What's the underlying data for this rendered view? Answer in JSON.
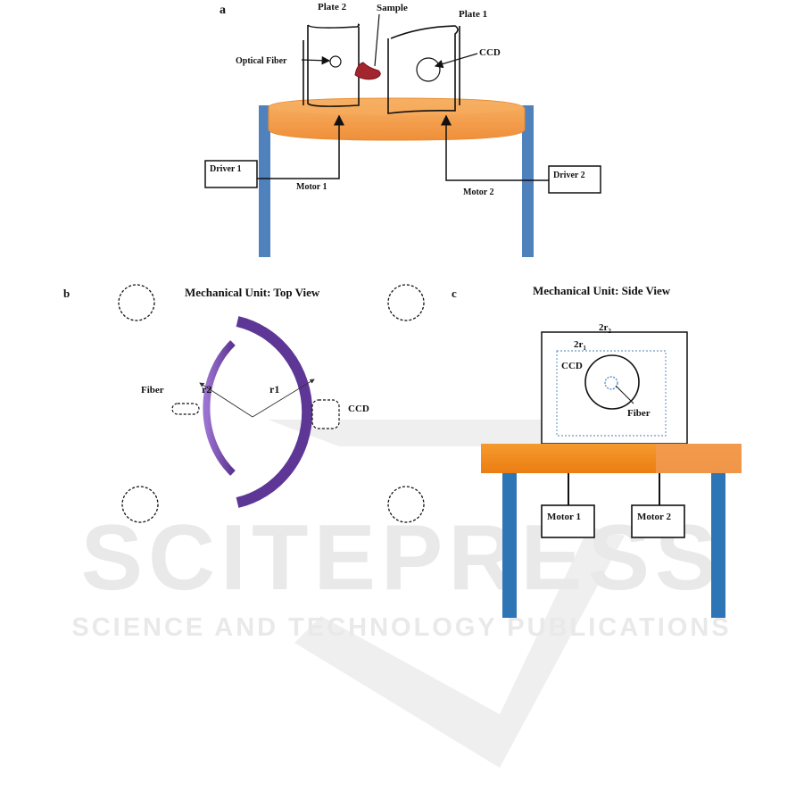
{
  "panel_a": {
    "letter": "a",
    "plate2": "Plate 2",
    "sample": "Sample",
    "plate1": "Plate 1",
    "optical_fiber": "Optical Fiber",
    "ccd": "CCD",
    "driver1": "Driver 1",
    "motor1": "Motor 1",
    "motor2": "Motor 2",
    "driver2": "Driver 2"
  },
  "panel_b": {
    "letter": "b",
    "title": "Mechanical Unit: Top View",
    "fiber": "Fiber",
    "r2": "r2",
    "r1": "r1",
    "ccd": "CCD"
  },
  "panel_c": {
    "letter": "c",
    "title": "Mechanical Unit: Side View",
    "outer_label_main": "2r",
    "outer_label_sub": "2",
    "inner_label_main": "2r",
    "inner_label_sub": "1",
    "ccd": "CCD",
    "fiber": "Fiber",
    "motor1": "Motor 1",
    "motor2": "Motor 2"
  },
  "watermark": {
    "main": "SCITEPRESS",
    "sub": "SCIENCE AND TECHNOLOGY PUBLICATIONS"
  },
  "colors": {
    "table_orange": "#f4a24e",
    "leg_blue": "#4f81bd",
    "ring_purple": "#7a4fb0",
    "sample_red": "#a3252e"
  }
}
